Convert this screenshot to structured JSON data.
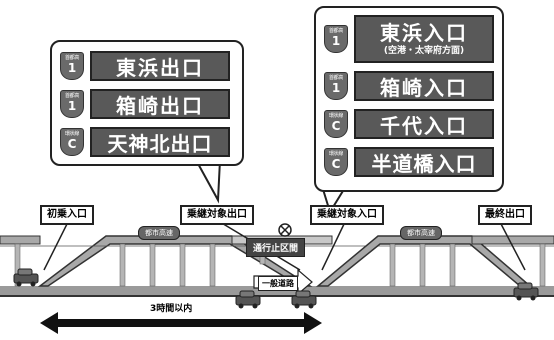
{
  "left_callout": {
    "signs": [
      {
        "route_type": "首都高",
        "route_num": "1",
        "text": "東浜出口"
      },
      {
        "route_type": "首都高",
        "route_num": "1",
        "text": "箱崎出口"
      },
      {
        "route_type": "環状線",
        "route_num": "C",
        "text": "天神北出口"
      }
    ]
  },
  "right_callout": {
    "signs": [
      {
        "route_type": "首都高",
        "route_num": "1",
        "text": "東浜入口",
        "sub": "(空港・太宰府方面)"
      },
      {
        "route_type": "首都高",
        "route_num": "1",
        "text": "箱崎入口"
      },
      {
        "route_type": "環状線",
        "route_num": "C",
        "text": "千代入口"
      },
      {
        "route_type": "環状線",
        "route_num": "C",
        "text": "半道橋入口"
      }
    ]
  },
  "labels": {
    "first_entry": "初乗入口",
    "transfer_exit": "乗継対象出口",
    "transfer_entry": "乗継対象入口",
    "last_exit": "最終出口",
    "urban_expressway_1": "都市高速",
    "urban_expressway_2": "都市高速",
    "closed_section": "通行止区間",
    "general_road": "一般道路",
    "time_limit": "3時間以内"
  },
  "icons": {
    "closed": "no-entry-icon",
    "car": "car-icon",
    "arrow": "double-arrow-icon"
  },
  "colors": {
    "plate": "#595959",
    "shield": "#6a6a6a",
    "road": "#8a8a8a",
    "ink": "#222222"
  }
}
